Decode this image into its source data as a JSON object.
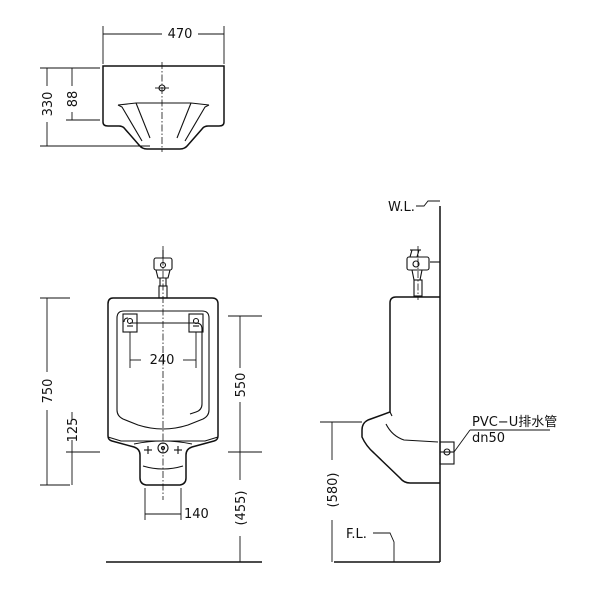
{
  "top_view": {
    "width_dim": "470",
    "depth_dim": "330",
    "inner_depth_dim": "88"
  },
  "front_view": {
    "height_dim": "750",
    "flange_dim": "125",
    "inner_width_dim": "240",
    "outlet_width_dim": "140",
    "inner_height_dim": "550",
    "rim_height_dim": "(455)"
  },
  "side_view": {
    "wall_line_label": "W.L.",
    "floor_line_label": "F.L.",
    "outlet_height_dim": "(580)",
    "drain_pipe_label": "PVC−U排水管",
    "drain_pipe_size": "dn50"
  }
}
